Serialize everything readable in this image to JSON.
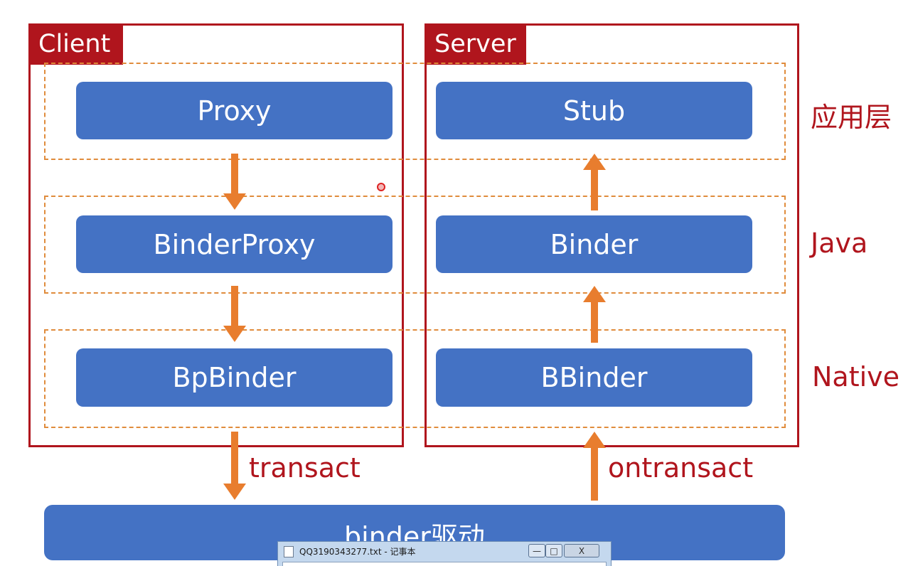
{
  "client": {
    "label": "Client"
  },
  "server": {
    "label": "Server"
  },
  "client_boxes": [
    "Proxy",
    "BinderProxy",
    "BpBinder"
  ],
  "server_boxes": [
    "Stub",
    "Binder",
    "BBinder"
  ],
  "layers": [
    "应用层",
    "Java",
    "Native"
  ],
  "flow": {
    "transact": "transact",
    "ontransact": "ontransact"
  },
  "driver": {
    "label": "binder驱动"
  },
  "notepad": {
    "title": "QQ3190343277.txt - 记事本",
    "minimize": "—",
    "maximize": "□",
    "close": "X"
  },
  "colors": {
    "frame": "#b0151d",
    "box": "#4472c4",
    "arrow": "#e87d2e",
    "dashed": "#e08c3c"
  }
}
